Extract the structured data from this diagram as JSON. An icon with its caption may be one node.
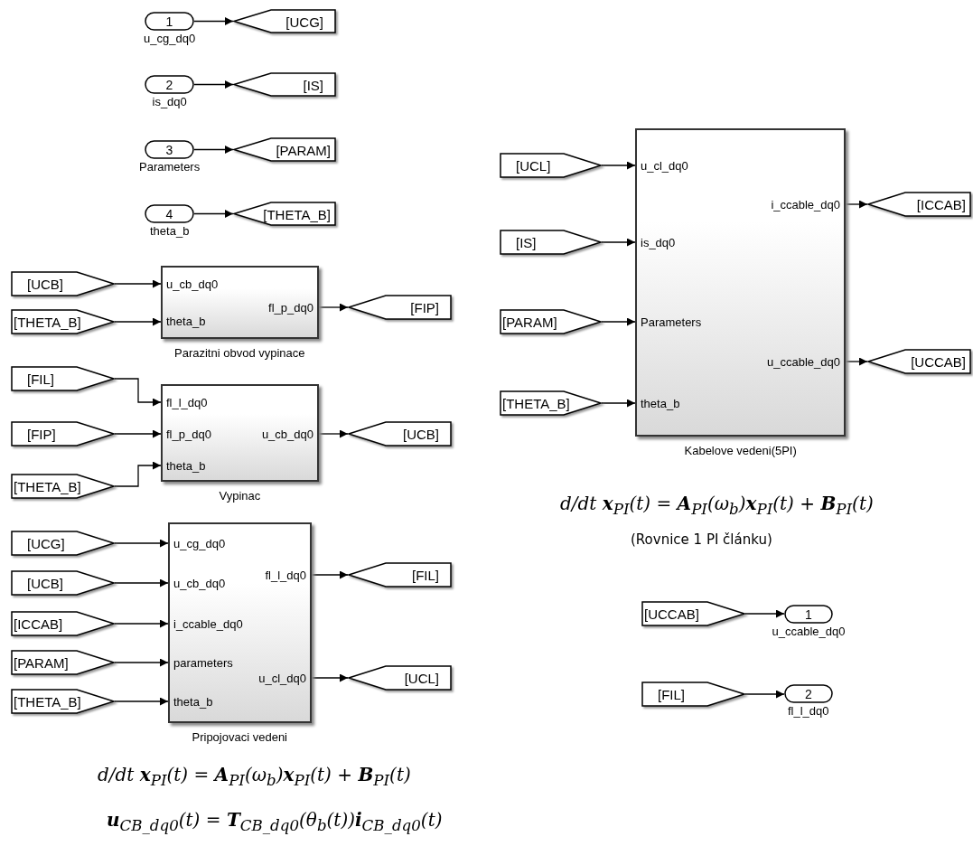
{
  "diagram": {
    "nodes": [
      {
        "text": [
          "1"
        ],
        "beside": [
          "u_cg_dq0"
        ]
      },
      {
        "text": [
          "[UCG]"
        ]
      },
      {
        "text": [
          "2"
        ],
        "beside": [
          "is_dq0"
        ]
      },
      {
        "text": [
          "[IS]"
        ]
      },
      {
        "text": [
          "3"
        ],
        "beside": [
          "Parameters"
        ]
      },
      {
        "text": [
          "[PARAM]"
        ]
      },
      {
        "text": [
          "4"
        ],
        "beside": [
          "theta_b"
        ]
      },
      {
        "text": [
          "[THETA_B]"
        ]
      },
      {
        "text": [
          "[UCB]"
        ]
      },
      {
        "text": [
          "[THETA_B]"
        ]
      },
      {
        "text": [
          "u_cb_dq0",
          "theta_b",
          "fl_p_dq0"
        ],
        "beside": [
          "Parazitni obvod vypinace"
        ]
      },
      {
        "text": [
          "[FIP]"
        ]
      },
      {
        "text": [
          "[FIL]"
        ]
      },
      {
        "text": [
          "[FIP]"
        ]
      },
      {
        "text": [
          "[THETA_B]"
        ]
      },
      {
        "text": [
          "fl_l_dq0",
          "fl_p_dq0",
          "u_cb_dq0",
          "theta_b"
        ],
        "beside": [
          "Vypinac"
        ]
      },
      {
        "text": [
          "[UCB]"
        ]
      },
      {
        "text": [
          "[UCG]"
        ]
      },
      {
        "text": [
          "[UCB]"
        ]
      },
      {
        "text": [
          "[ICCAB]"
        ]
      },
      {
        "text": [
          "[PARAM]"
        ]
      },
      {
        "text": [
          "[THETA_B]"
        ]
      },
      {
        "text": [
          "u_cg_dq0",
          "fl_l_dq0",
          "u_cb_dq0",
          "i_ccable_dq0",
          "parameters",
          "u_cl_dq0",
          "theta_b"
        ],
        "beside": [
          "Pripojovaci vedeni"
        ]
      },
      {
        "text": [
          "[FIL]"
        ]
      },
      {
        "text": [
          "[UCL]"
        ]
      },
      {
        "text": [
          "[UCL]"
        ]
      },
      {
        "text": [
          "[IS]"
        ]
      },
      {
        "text": [
          "[PARAM]"
        ]
      },
      {
        "text": [
          "[THETA_B]"
        ]
      },
      {
        "text": [
          "u_cl_dq0",
          "i_ccable_dq0",
          "is_dq0",
          "Parameters",
          "u_ccable_dq0",
          "theta_b"
        ],
        "beside": [
          "Kabelove vedeni(5PI)"
        ]
      },
      {
        "text": [
          "[ICCAB]"
        ]
      },
      {
        "text": [
          "[UCCAB]"
        ]
      },
      {
        "text": [
          "[UCCAB]"
        ]
      },
      {
        "text": [
          "1"
        ],
        "beside": [
          "u_ccable_dq0"
        ]
      },
      {
        "text": [
          "[FIL]"
        ]
      },
      {
        "text": [
          "2"
        ],
        "beside": [
          "fl_l_dq0"
        ]
      }
    ],
    "edges": [
      {
        "from": 0,
        "to": 1,
        "arrow": "to"
      },
      {
        "from": 2,
        "to": 3,
        "arrow": "to"
      },
      {
        "from": 4,
        "to": 5,
        "arrow": "to"
      },
      {
        "from": 6,
        "to": 7,
        "arrow": "to"
      },
      {
        "from": 8,
        "to": 10,
        "arrow": "to"
      },
      {
        "from": 9,
        "to": 10,
        "arrow": "to"
      },
      {
        "from": 10,
        "to": 11,
        "arrow": "to"
      },
      {
        "from": 12,
        "to": 15,
        "arrow": "to"
      },
      {
        "from": 13,
        "to": 15,
        "arrow": "to"
      },
      {
        "from": 14,
        "to": 15,
        "arrow": "to"
      },
      {
        "from": 15,
        "to": 16,
        "arrow": "to"
      },
      {
        "from": 17,
        "to": 22,
        "arrow": "to"
      },
      {
        "from": 18,
        "to": 22,
        "arrow": "to"
      },
      {
        "from": 19,
        "to": 22,
        "arrow": "to"
      },
      {
        "from": 20,
        "to": 22,
        "arrow": "to"
      },
      {
        "from": 21,
        "to": 22,
        "arrow": "to"
      },
      {
        "from": 22,
        "to": 23,
        "arrow": "to"
      },
      {
        "from": 22,
        "to": 24,
        "arrow": "to"
      },
      {
        "from": 25,
        "to": 29,
        "arrow": "to"
      },
      {
        "from": 26,
        "to": 29,
        "arrow": "to"
      },
      {
        "from": 27,
        "to": 29,
        "arrow": "to"
      },
      {
        "from": 28,
        "to": 29,
        "arrow": "to"
      },
      {
        "from": 29,
        "to": 30,
        "arrow": "to"
      },
      {
        "from": 29,
        "to": 31,
        "arrow": "to"
      },
      {
        "from": 32,
        "to": 33,
        "arrow": "to"
      },
      {
        "from": 34,
        "to": 35,
        "arrow": "to"
      }
    ],
    "labels": [
      "d/dt **x**$_{PI}$(t) = **A**$_{PI}$(ω$_{b}$)**x**$_{PI}$(t) + **B**$_{PI}$(t)",
      "(Rovnice 1 PI článku)",
      "d/dt **x**$_{PI}$(t) = **A**$_{PI}$(ω$_{b}$)**x**$_{PI}$(t) + **B**$_{PI}$(t)",
      "**u**$_{CB_dq0}$(t) = **T**$_{CB_dq0}$(θ$_{b}$(t))**i**$_{CB_dq0}$(t)"
    ]
  }
}
